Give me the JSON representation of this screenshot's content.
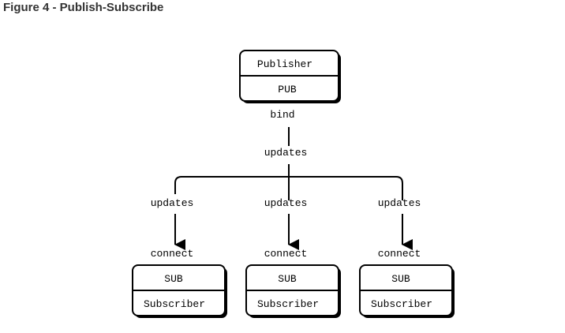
{
  "figure": {
    "title": "Figure 4 - Publish-Subscribe"
  },
  "publisher": {
    "title": "Publisher",
    "socket": "PUB",
    "action": "bind",
    "flow_label": "updates"
  },
  "subscribers": [
    {
      "socket": "SUB",
      "title": "Subscriber",
      "action": "connect",
      "flow_label": "updates"
    },
    {
      "socket": "SUB",
      "title": "Subscriber",
      "action": "connect",
      "flow_label": "updates"
    },
    {
      "socket": "SUB",
      "title": "Subscriber",
      "action": "connect",
      "flow_label": "updates"
    }
  ]
}
